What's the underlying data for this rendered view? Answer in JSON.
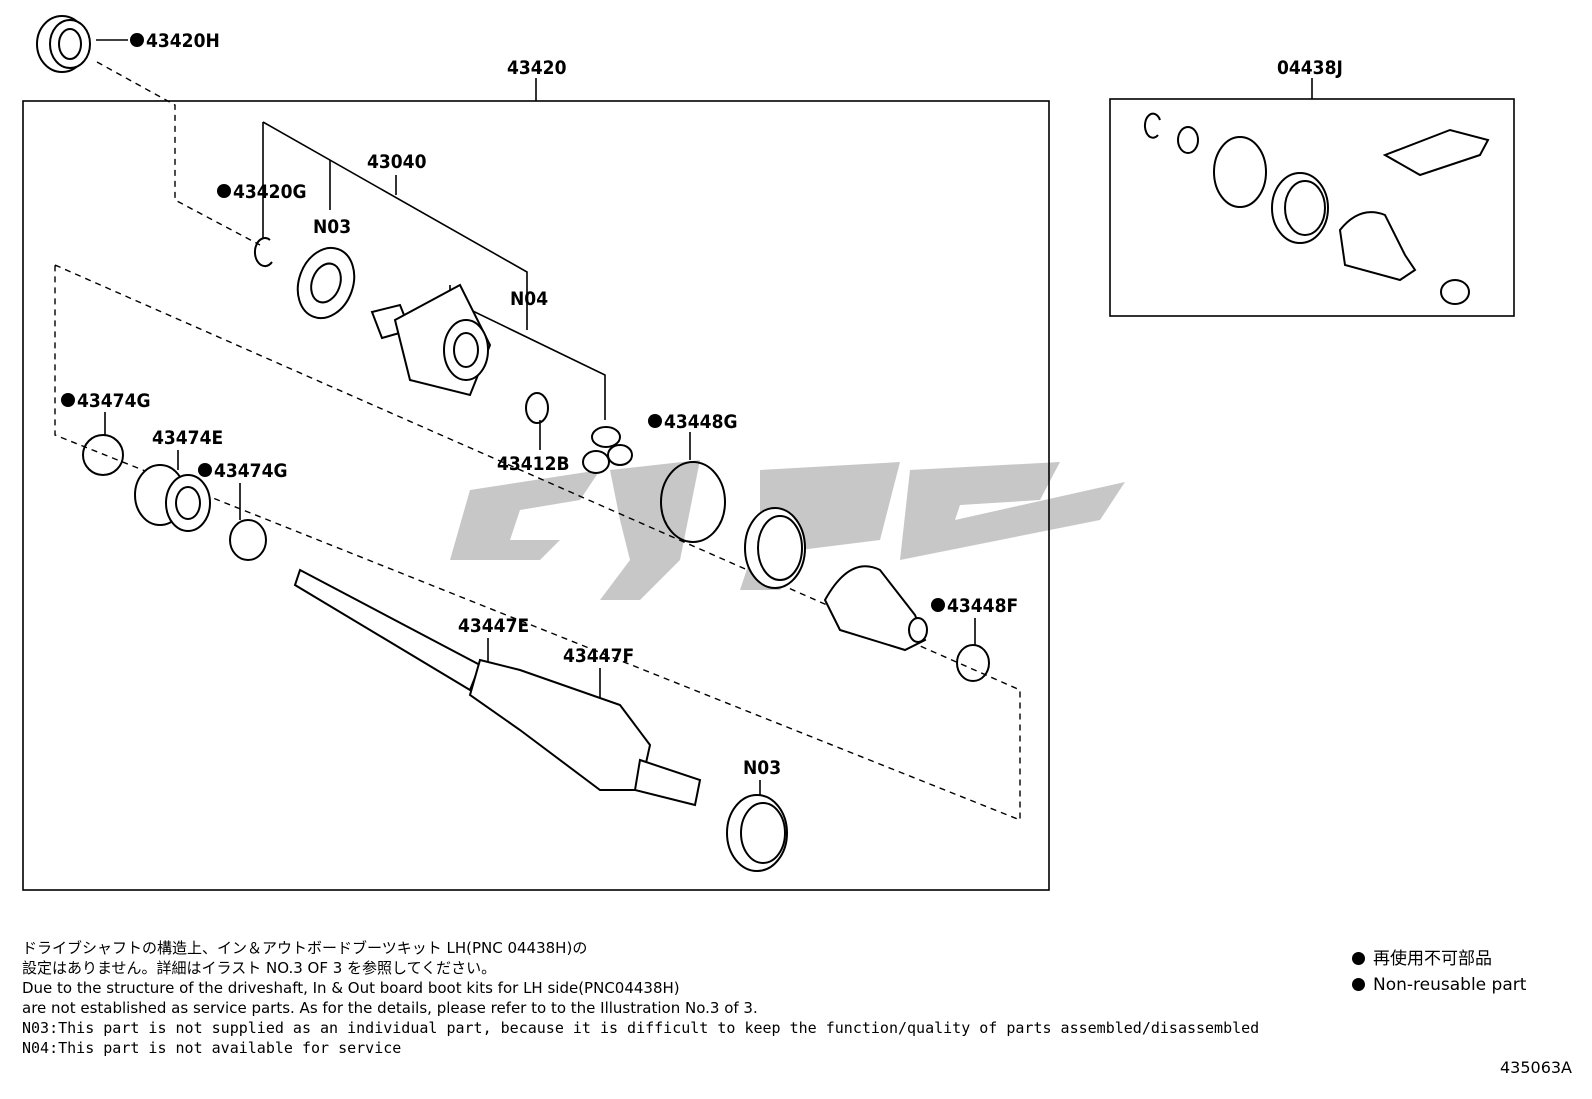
{
  "labels": {
    "main_assembly": "43420",
    "kit": "04438J",
    "p43420H": "43420H",
    "p43420G": "43420G",
    "p43040": "43040",
    "n03_top": "N03",
    "n04": "N04",
    "p43474G_a": "43474G",
    "p43474E": "43474E",
    "p43474G_b": "43474G",
    "p43412B": "43412B",
    "p43448G": "43448G",
    "p43448F": "43448F",
    "p43447E": "43447E",
    "p43447F": "43447F",
    "n03_bottom": "N03"
  },
  "notes": {
    "jp_line1": "ドライブシャフトの構造上、イン＆アウトボードブーツキット LH(PNC 04438H)の",
    "jp_line2": "設定はありません。詳細はイラスト NO.3 OF 3 を参照してください。",
    "en_line1": "Due to the structure of the driveshaft, In & Out board  boot kits for LH side(PNC04438H)",
    "en_line2": "are not established as service parts. As for the details, please refer to to the Illustration No.3 of 3.",
    "n03": "N03:This part is not supplied as an individual part, because it is difficult to keep the function/quality of parts assembled/disassembled",
    "n04": "N04:This part is not available for service"
  },
  "legend": {
    "jp": "再使用不可部品",
    "en": "Non-reusable part"
  },
  "illustration_code": "435063A"
}
